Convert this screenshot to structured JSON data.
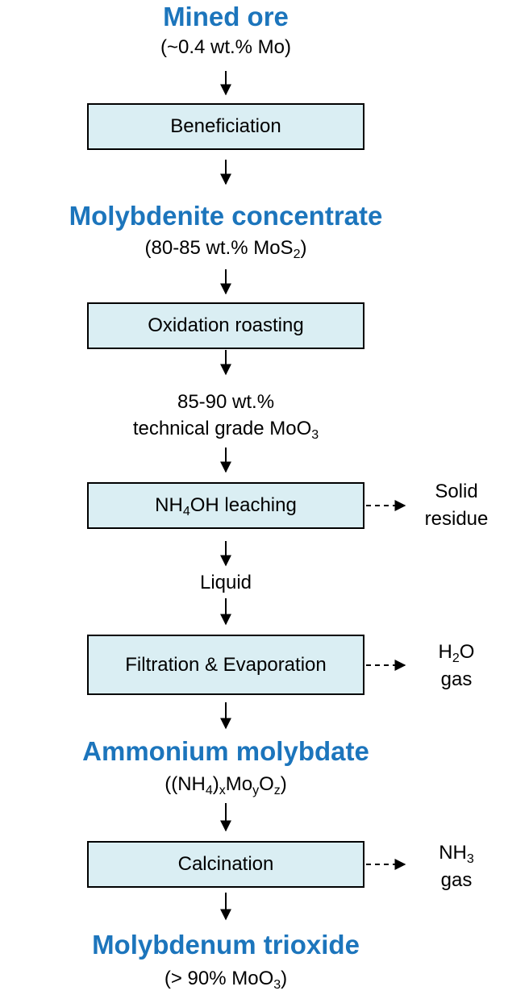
{
  "colors": {
    "title": "#1c75bc",
    "box_fill": "#daeef3",
    "box_border": "#000000",
    "arrow": "#000000"
  },
  "nodes": {
    "mined_ore": {
      "title": "Mined ore",
      "detail": "(~0.4 wt.% Mo)"
    },
    "molybdenite_concentrate": {
      "title": "Molybdenite concentrate",
      "detail_prefix": "(80-85 wt.% MoS",
      "detail_sub": "2",
      "detail_suffix": ")"
    },
    "technical_grade": {
      "line1": "85-90 wt.%",
      "line2_prefix": "technical grade MoO",
      "line2_sub": "3"
    },
    "liquid": {
      "label": "Liquid"
    },
    "ammonium_molybdate": {
      "title": "Ammonium molybdate",
      "f1": "((NH",
      "s1": "4",
      "f2": ")",
      "s2": "x",
      "f3": "Mo",
      "s3": "y",
      "f4": "O",
      "s4": "z",
      "f5": ")"
    },
    "molybdenum_trioxide": {
      "title": "Molybdenum trioxide",
      "detail_prefix": "(> 90% MoO",
      "detail_sub": "3",
      "detail_suffix": ")"
    }
  },
  "steps": {
    "beneficiation": {
      "label": "Beneficiation"
    },
    "oxidation_roasting": {
      "label": "Oxidation roasting"
    },
    "leaching": {
      "prefix": "NH",
      "sub": "4",
      "suffix": "OH leaching"
    },
    "filtration": {
      "label": "Filtration & Evaporation"
    },
    "calcination": {
      "label": "Calcination"
    }
  },
  "side_outputs": {
    "solid_residue": {
      "line1": "Solid",
      "line2": "residue"
    },
    "h2o_gas": {
      "prefix": "H",
      "sub": "2",
      "suffix": "O",
      "line2": "gas"
    },
    "nh3_gas": {
      "prefix": "NH",
      "sub": "3",
      "line2": "gas"
    }
  }
}
